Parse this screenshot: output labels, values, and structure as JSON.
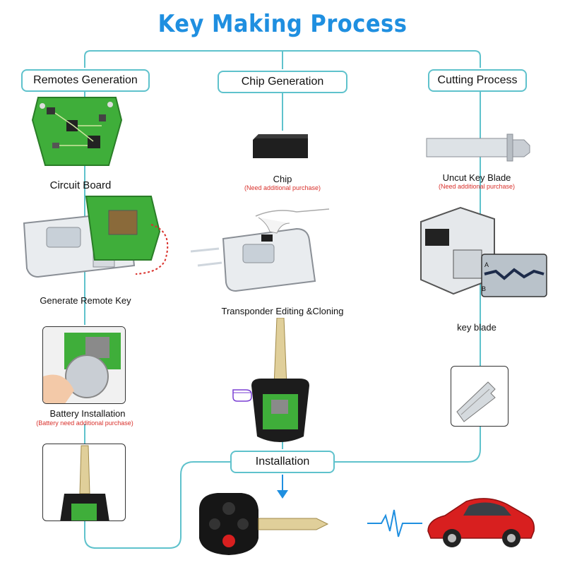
{
  "title": "Key Making Process",
  "columns": {
    "remotes": {
      "header": "Remotes Generation",
      "steps": [
        "Circuit Board",
        "Generate Remote Key",
        "Battery Installation"
      ],
      "battery_note": "(Battery need additional purchase)"
    },
    "chip": {
      "header": "Chip Generation",
      "chip_label": "Chip",
      "chip_note": "(Need additional purchase)",
      "cloning_label": "Transponder Editing &Cloning"
    },
    "cutting": {
      "header": "Cutting Process",
      "blade_label": "Uncut Key  Blade",
      "blade_note": "(Need additional purchase)",
      "key_blade_label": "key blade",
      "profile_labels": [
        "A",
        "B"
      ]
    }
  },
  "installation": "Installation",
  "colors": {
    "title": "#1f8fe0",
    "line": "#5fc2cc",
    "note": "#d9302b",
    "pcb": "#3fae3a",
    "car": "#d81f1f"
  },
  "icons": [
    "pcb-board-icon",
    "key-programmer-icon",
    "transponder-chip-icon",
    "uncut-blade-icon",
    "key-cutting-machine-icon",
    "cut-key-blade-icon",
    "flip-key-icon",
    "remote-key-icon",
    "sports-car-icon",
    "pulse-icon",
    "arrow-down-icon",
    "pointing-hand-icon"
  ]
}
